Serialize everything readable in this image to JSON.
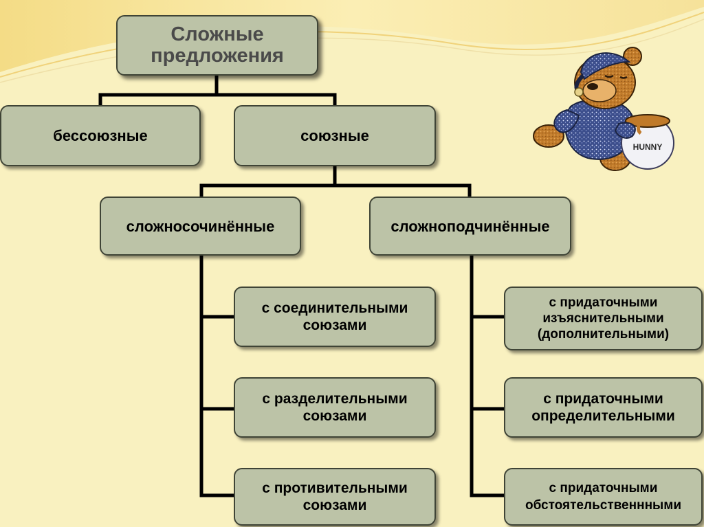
{
  "diagram": {
    "root": "Сложные\nпредложения",
    "level1": {
      "left": "бессоюзные",
      "right": "союзные"
    },
    "level2": {
      "left": "сложносочинённые",
      "right": "сложноподчинённые"
    },
    "compound_types": [
      "с соединительными\nсоюзами",
      "с разделительными\nсоюзами",
      "с противительными\nсоюзами"
    ],
    "complex_types": [
      "с придаточными\nизъяснительными\n(дополнительными)",
      "с придаточными\nопределительными",
      "с придаточными\nобстоятельственнными"
    ]
  },
  "illustration": {
    "jar_label": "HUNNY"
  },
  "colors": {
    "background": "#f9f1c0",
    "box_fill": "#bcc3a7",
    "box_border": "#3f4436",
    "connector": "#000000"
  }
}
